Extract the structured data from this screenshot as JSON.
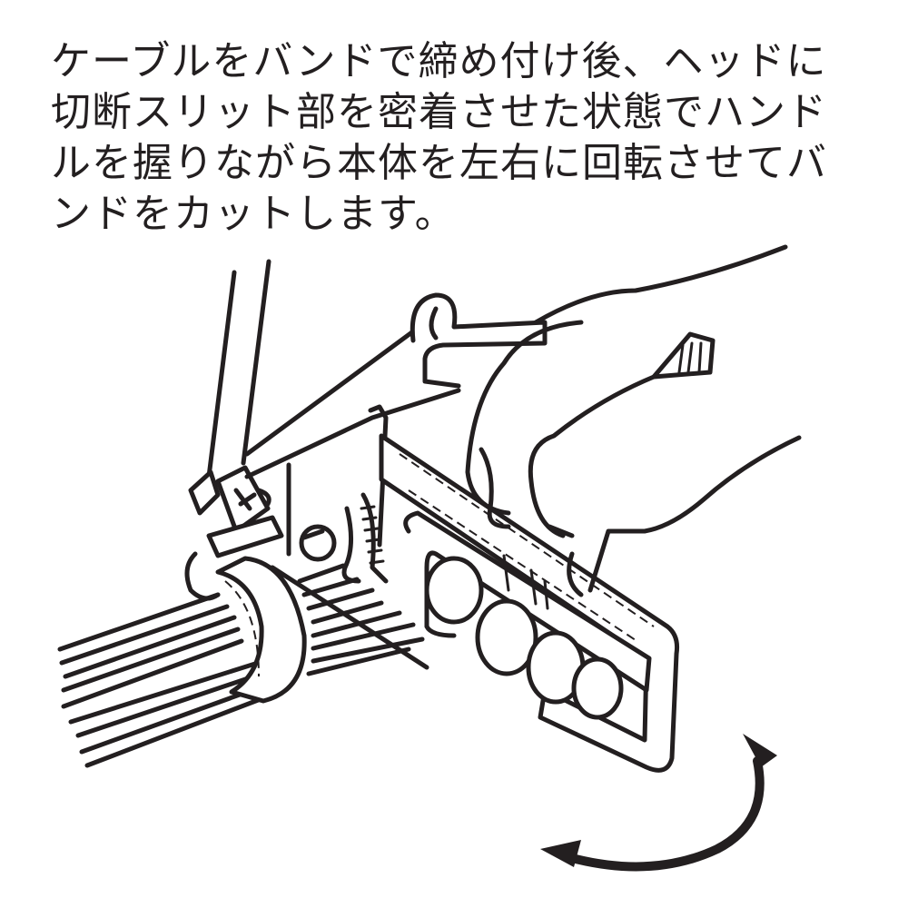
{
  "instruction": {
    "lines": [
      "ケーブルをバンドで締め付け後、ヘッドに",
      "切断スリット部を密着させた状態でハンド",
      "ルを握りながら本体を左右に回転させてバ",
      "ンドをカットします。"
    ]
  },
  "illustration": {
    "subject": "band-tightening-tool-cutting-cable-tie",
    "elements": [
      "cable-bundle",
      "stainless-band",
      "tool-head",
      "tool-body",
      "handle",
      "hand",
      "rotation-arrow"
    ],
    "ink_color": "#231f20",
    "background_color": "#ffffff"
  }
}
